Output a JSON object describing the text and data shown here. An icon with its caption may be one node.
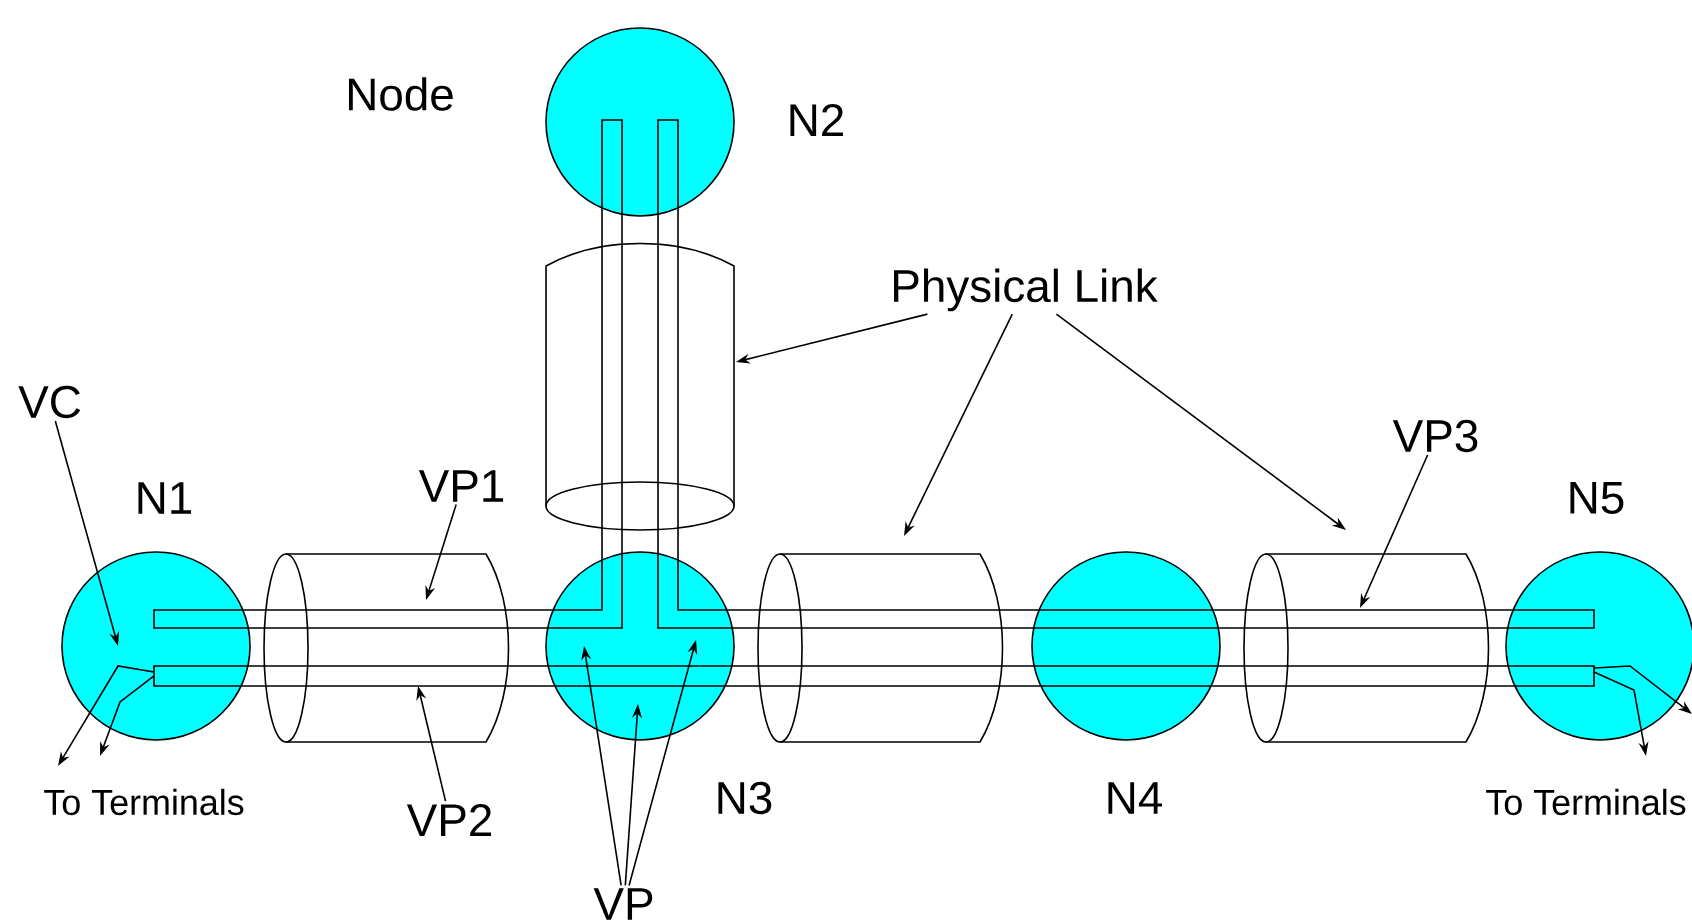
{
  "diagram": {
    "nodes": [
      {
        "text": [],
        "shape": "circle",
        "beside": [
          "N1"
        ]
      },
      {
        "text": [],
        "shape": "circle",
        "beside": [
          "N2"
        ]
      },
      {
        "text": [],
        "shape": "circle",
        "beside": [
          "N3"
        ]
      },
      {
        "text": [],
        "shape": "circle",
        "beside": [
          "N4"
        ]
      },
      {
        "text": [],
        "shape": "circle",
        "beside": [
          "N5"
        ]
      },
      {
        "text": [],
        "shape": "cylinder"
      },
      {
        "text": [],
        "shape": "cylinder"
      },
      {
        "text": [],
        "shape": "cylinder"
      },
      {
        "text": [],
        "shape": "cylinder"
      },
      {
        "text": [
          "VC"
        ]
      },
      {
        "text": [
          "VP1"
        ]
      },
      {
        "text": [
          "VP2"
        ]
      },
      {
        "text": [
          "Physical Link"
        ]
      },
      {
        "text": [
          "VP3"
        ]
      },
      {
        "text": [
          "VP"
        ]
      },
      {
        "text": [
          "To Terminals"
        ]
      },
      {
        "text": [
          "To Terminals"
        ]
      }
    ],
    "edges": [
      {
        "from": 9,
        "to": 0,
        "arrow": "to"
      },
      {
        "from": 10,
        "to": 5,
        "arrow": "to"
      },
      {
        "from": 11,
        "to": 5,
        "arrow": "to"
      },
      {
        "from": 12,
        "to": 6,
        "arrow": "to"
      },
      {
        "from": 12,
        "to": 7,
        "arrow": "to"
      },
      {
        "from": 12,
        "to": 8,
        "arrow": "to"
      },
      {
        "from": 13,
        "to": 8,
        "arrow": "to"
      },
      {
        "from": 14,
        "to": 2,
        "arrow": "to"
      },
      {
        "from": 14,
        "to": 2,
        "arrow": "to"
      },
      {
        "from": 14,
        "to": 2,
        "arrow": "to"
      },
      {
        "from": 0,
        "to": 15,
        "arrow": "to"
      },
      {
        "from": 0,
        "to": 15,
        "arrow": "to"
      },
      {
        "from": 4,
        "to": 16,
        "arrow": "to"
      },
      {
        "from": 4,
        "to": null,
        "arrow": "to"
      }
    ],
    "labels": [
      "Node"
    ]
  }
}
